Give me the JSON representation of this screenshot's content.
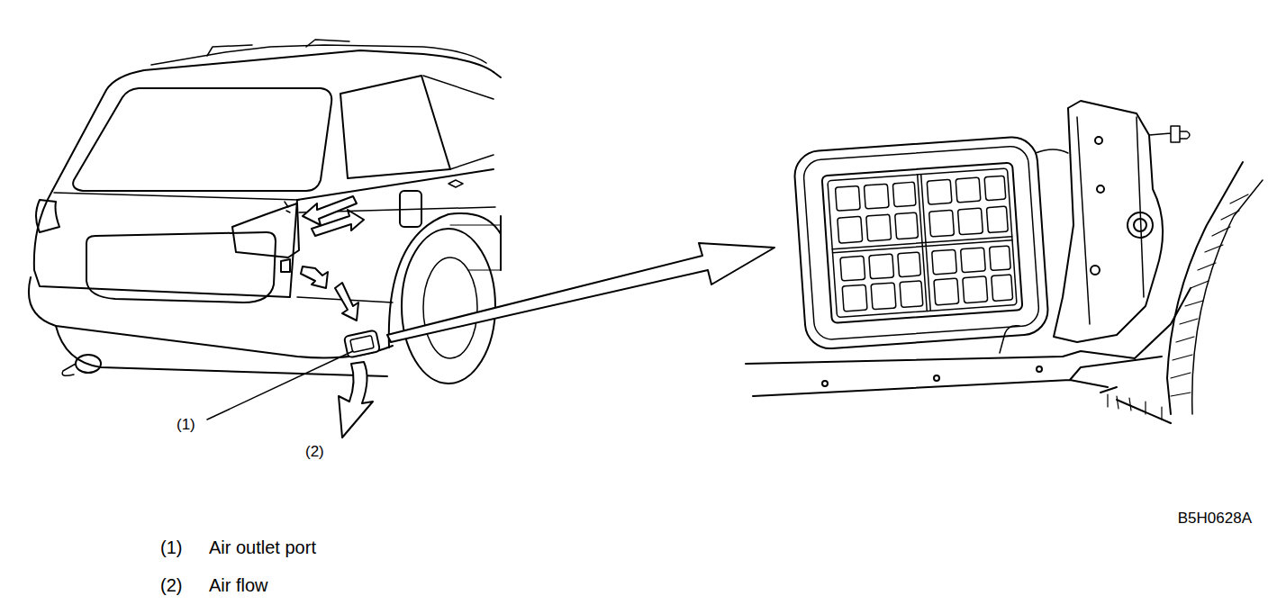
{
  "diagram": {
    "labels": [
      "(1)",
      "(2)",
      "B5H0628A",
      "(1)",
      "Air outlet port",
      "(2)",
      "Air flow"
    ]
  }
}
